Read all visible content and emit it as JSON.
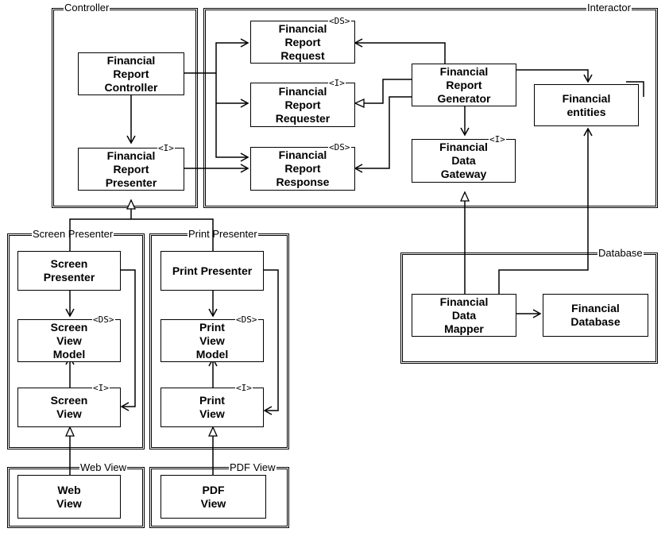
{
  "packages": {
    "controller": "Controller",
    "interactor": "Interactor",
    "screen_presenter": "Screen Presenter",
    "print_presenter": "Print Presenter",
    "database": "Database",
    "web_view": "Web View",
    "pdf_view": "PDF View"
  },
  "nodes": {
    "financial_report_controller": "Financial\nReport\nController",
    "financial_report_presenter": "Financial\nReport\nPresenter",
    "financial_report_request": "Financial\nReport\nRequest",
    "financial_report_requester": "Financial\nReport\nRequester",
    "financial_report_response": "Financial\nReport\nResponse",
    "financial_report_generator": "Financial\nReport\nGenerator",
    "financial_entities": "Financial\nentities",
    "financial_data_gateway": "Financial\nData\nGateway",
    "screen_presenter": "Screen\nPresenter",
    "screen_view_model": "Screen\nView\nModel",
    "screen_view": "Screen\nView",
    "print_presenter": "Print Presenter",
    "print_view_model": "Print\nView\nModel",
    "print_view": "Print\nView",
    "financial_data_mapper": "Financial\nData\nMapper",
    "financial_database": "Financial\nDatabase",
    "web_view": "Web\nView",
    "pdf_view": "PDF\nView"
  },
  "stereotypes": {
    "presenter": "<I>",
    "request": "<DS>",
    "requester": "<I>",
    "response": "<DS>",
    "gateway": "<I>",
    "screen_view_model": "<DS>",
    "screen_view": "<I>",
    "print_view_model": "<DS>",
    "print_view": "<I>"
  }
}
